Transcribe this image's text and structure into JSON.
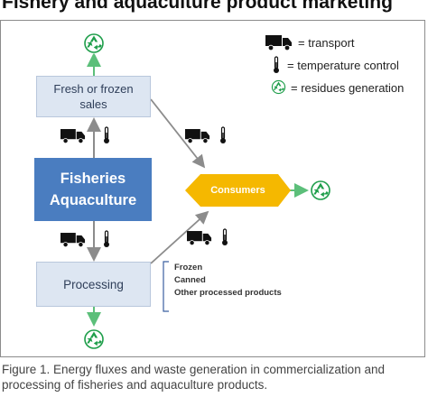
{
  "title": "Fishery and aquaculture product marketing",
  "legend": {
    "transport": "= transport",
    "temperature": "= temperature control",
    "residues": "= residues generation"
  },
  "nodes": {
    "fresh_sales": [
      "Fresh or frozen",
      "sales"
    ],
    "fisheries": [
      "Fisheries",
      "Aquaculture"
    ],
    "processing": "Processing",
    "consumers": "Consumers"
  },
  "processed_products": [
    "Frozen",
    "Canned",
    "Other processed products"
  ],
  "caption": [
    "Figure 1. Energy fluxes and waste generation in commercialization and",
    "processing of fisheries and aquaculture products."
  ],
  "colors": {
    "box_light": "#dde6f2",
    "box_main": "#4a7dc0",
    "consumers": "#f5b800",
    "recycle_green": "#1e9e4a",
    "arrow_gray": "#8c8c8c",
    "arrow_green": "#5cbf7a"
  },
  "icons": [
    "truck-icon",
    "thermometer-icon",
    "recycle-icon"
  ]
}
